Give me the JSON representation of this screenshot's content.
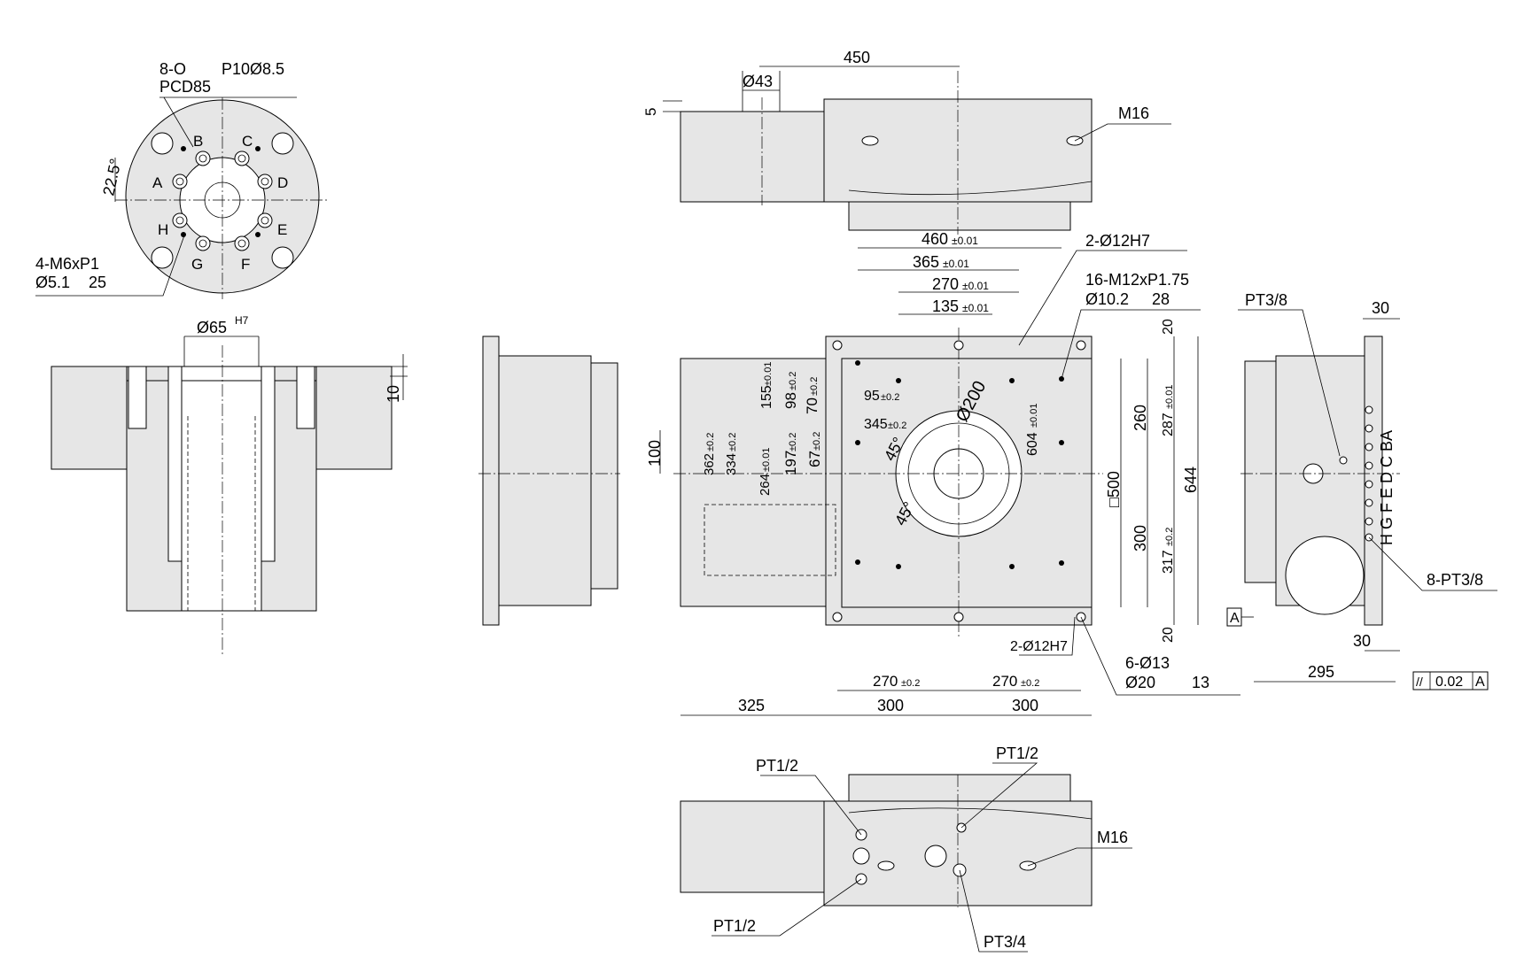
{
  "pcd_view": {
    "holes_note_line1": "8-O",
    "holes_note_p": "P10Ø8.5",
    "holes_note_line2": "PCD85",
    "angle": "22.5°",
    "thread_note_line1": "4-M6xP1",
    "thread_note_line2": "Ø5.1",
    "thread_note_depth": "25",
    "port_letters": [
      "A",
      "B",
      "C",
      "D",
      "E",
      "F",
      "G",
      "H"
    ]
  },
  "section_view": {
    "bore": "Ø65",
    "bore_tol": "H7",
    "step": "10"
  },
  "top_view": {
    "width": "450",
    "dia": "Ø43",
    "offset": "5",
    "thread": "M16"
  },
  "main_view": {
    "d460": "460",
    "d460_tol": "±0.01",
    "d365": "365",
    "d365_tol": "±0.01",
    "d270t": "270",
    "d270t_tol": "±0.01",
    "d135": "135",
    "d135_tol": "±0.01",
    "pin_note": "2-Ø12H7",
    "tap_note_line1": "16-M12xP1.75",
    "tap_note_line2": "Ø10.2",
    "tap_depth": "28",
    "v155": "155",
    "v155_tol": "±0.01",
    "v98": "98",
    "v98_tol": "±0.2",
    "v70": "70",
    "v70_tol": "±0.2",
    "h95": "95",
    "h95_tol": "±0.2",
    "h345": "345",
    "h345_tol": "±0.2",
    "dia200": "Ø200",
    "ang45a": "45°",
    "ang45b": "45°",
    "v604": "604",
    "v604_tol": "±0.01",
    "v100": "100",
    "v362": "362",
    "v362_tol": "±0.2",
    "v334": "334",
    "v334_tol": "±0.2",
    "v264": "264",
    "v264_tol": "±0.01",
    "v197": "197",
    "v197_tol": "±0.2",
    "v67": "67",
    "v67_tol": "±0.2",
    "sq500": "□500",
    "r260": "260",
    "r287": "287",
    "r287_tol": "±0.01",
    "r300": "300",
    "r317": "317",
    "r317_tol": "±0.2",
    "r644": "644",
    "r20a": "20",
    "r20b": "20",
    "pin_note2": "2-Ø12H7",
    "hole_note_line1": "6-Ø13",
    "hole_note_line2": "Ø20",
    "hole_depth": "13",
    "b270a": "270",
    "b270a_tol": "±0.2",
    "b270b": "270",
    "b270b_tol": "±0.2",
    "b325": "325",
    "b300a": "300",
    "b300b": "300"
  },
  "side_view": {
    "pt38": "PT3/8",
    "w30a": "30",
    "w30b": "30",
    "port_letters": "H G F E D C BA",
    "port_note": "8-PT3/8",
    "d295": "295",
    "datum": "A",
    "tol_parallel": "//",
    "tol_value": "0.02",
    "tol_datum": "A"
  },
  "bottom_view": {
    "pt12a": "PT1/2",
    "pt12b": "PT1/2",
    "pt12c": "PT1/2",
    "m16": "M16",
    "pt34": "PT3/4"
  }
}
